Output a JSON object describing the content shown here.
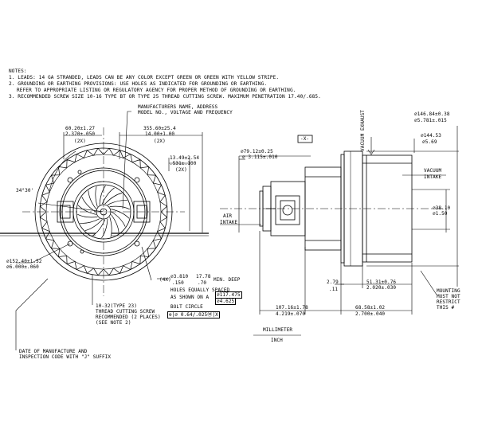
{
  "notes": {
    "heading": "NOTES:",
    "lines": [
      "1. LEADS: 14 GA STRANDED, LEADS CAN BE ANY COLOR EXCEPT GREEN OR GREEN WITH YELLOW STRIPE.",
      "2. GROUNDING OR EARTHING PROVISIONS: USE HOLES AS INDICATED FOR GROUNDING OR EARTHING.",
      "   REFER TO APPROPRIATE LISTING OR REGULATORY AGENCY FOR PROPER METHOD OF GROUNDING OR EARTHING.",
      "3. RECOMMENDED SCREW SIZE 10-16 TYPE BT OR TYPE 25 THREAD CUTTING SCREW. MAXIMUM PENETRATION 17.40/.685."
    ]
  },
  "front_view": {
    "mfr_label_1": "MANUFACTURERS NAME, ADDRESS",
    "mfr_label_2": "MODEL NO., VOLTAGE AND FREQUENCY",
    "dim_a_mm": "60.20±1.27",
    "dim_a_in": "2.370±.050",
    "dim_a_qty": "(2X)",
    "dim_b_mm": "355.60±25.4",
    "dim_b_in": "14.00±1.00",
    "dim_b_qty": "(2X)",
    "dim_c_mm": "13.49±2.54",
    "dim_c_in": ".531±.100",
    "dim_c_qty": "(2X)",
    "angle": "34°30'",
    "dia_mm": "⌀152.40±1.52",
    "dia_in": "⌀6.000±.060",
    "holes_qty": "(4X)",
    "holes_dia_mm": "⌀3.810",
    "holes_dia_in": ".150",
    "holes_depth_mm": "17.78",
    "holes_depth_in": ".70",
    "holes_min_deep": "MIN. DEEP",
    "holes_spaced": "HOLES EQUALLY SPACED",
    "as_shown": "AS SHOWN ON A",
    "bolt_mm": "⌀117.475",
    "bolt_in": "⌀4.625",
    "bolt_circle": "BOLT CIRCLE",
    "tolerance_frame": "⊕|⌀ 0.64/.025Ⓜ|X",
    "screw_1": "10-32(TYPE 23)",
    "screw_2": "THREAD CUTTING SCREW",
    "screw_3": "RECOMMENDED (2 PLACES)",
    "screw_4": "(SEE NOTE 2)",
    "date_1": "DATE OF MANUFACTURE AND",
    "date_2": "INSPECTION CODE WITH \"J\" SUFFIX"
  },
  "side_view": {
    "datum": "-X-",
    "vacuum_exhaust": "VACUUM EXHAUST",
    "vacuum_intake_1": "VACUUM",
    "vacuum_intake_2": "INTAKE",
    "air_intake_1": "AIR",
    "air_intake_2": "INTAKE",
    "d1_mm": "⌀79.12±0.25",
    "d1_in": "⌀ 3.115±.010",
    "d2_mm": "⌀146.84±0.38",
    "d2_in": "⌀5.781±.015",
    "d3_mm": "⌀144.53",
    "d3_in": "⌀5.69",
    "d4_mm": "⌀38.10",
    "d4_in": "⌀1.50",
    "l1_mm": "2.79",
    "l1_in": ".11",
    "l2_mm": "51.31±0.76",
    "l2_in": "2.020±.030",
    "l3_mm": "107.16±1.78",
    "l3_in": "4.219±.070",
    "l4_mm": "68.58±1.02",
    "l4_in": "2.700±.040",
    "mounting_1": "MOUNTING",
    "mounting_2": "MUST NOT",
    "mounting_3": "RESTRICT",
    "mounting_4": "THIS #",
    "unit_mm": "MILLIMETER",
    "unit_in": "INCH"
  }
}
